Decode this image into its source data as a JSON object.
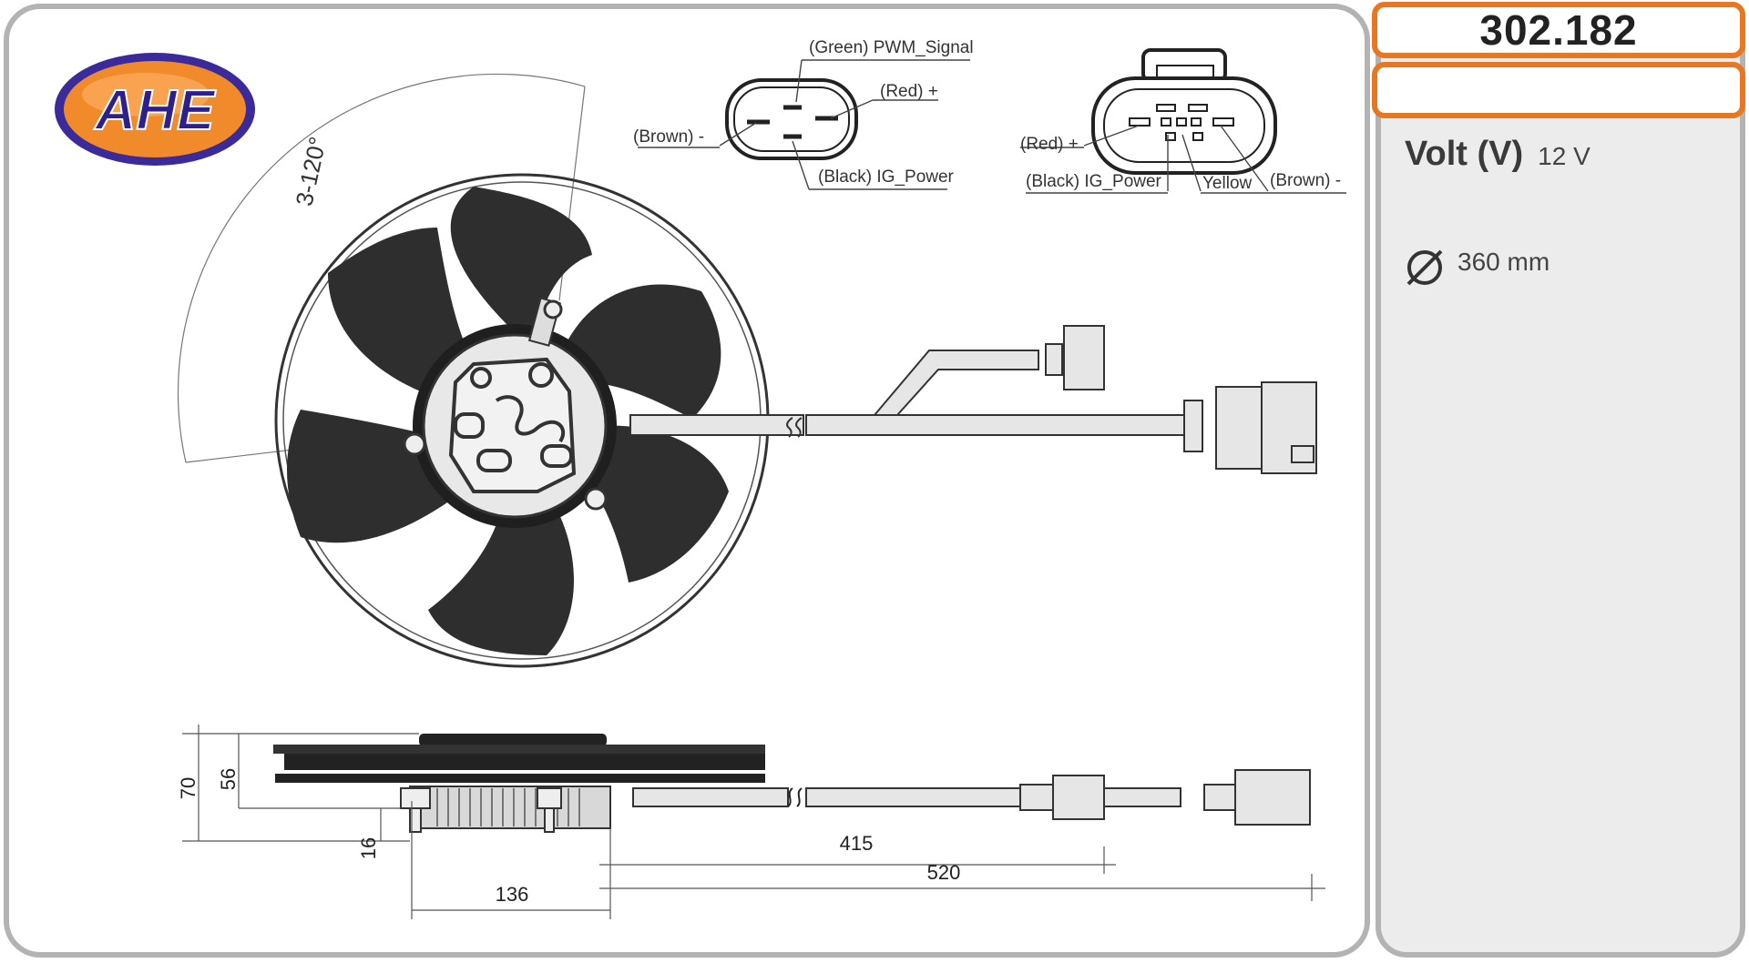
{
  "brand": {
    "logo_text": "AHE"
  },
  "part_number": "302.182",
  "specs": {
    "volt": {
      "label": "Volt (V)",
      "value": "12 V"
    },
    "diameter": {
      "value": "360 mm"
    }
  },
  "angle_label": "3-120°",
  "connector_left": {
    "green": "(Green) PWM_Signal",
    "red": "(Red) +",
    "brown": "(Brown) -",
    "black": "(Black) IG_Power"
  },
  "connector_right": {
    "red": "(Red) +",
    "black": "(Black) IG_Power",
    "yellow": "Yellow",
    "brown": "(Brown) -"
  },
  "dimensions": {
    "h70": "70",
    "h56": "56",
    "h16": "16",
    "w136": "136",
    "l415": "415",
    "l520": "520"
  },
  "colors": {
    "accent": "#e87722",
    "logo_blue": "#3a2a9a",
    "logo_orange": "#f08a2a",
    "blade": "#2e2e2e"
  }
}
